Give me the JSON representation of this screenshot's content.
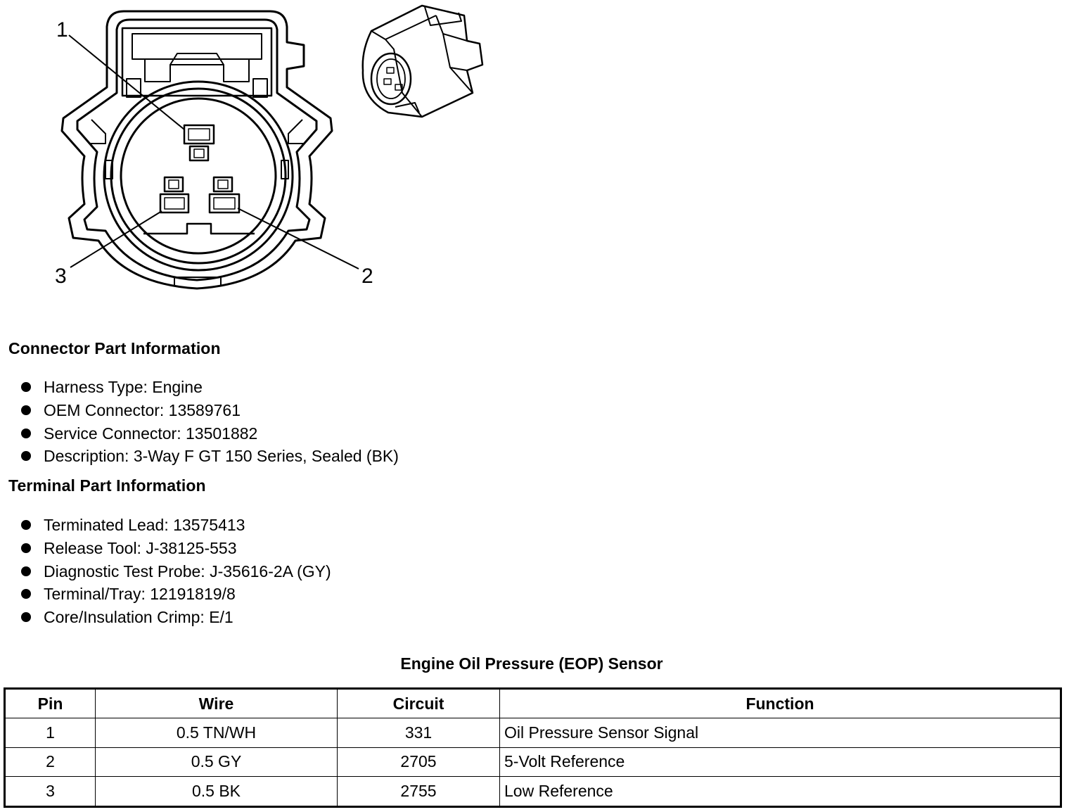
{
  "figure": {
    "callouts": [
      "1",
      "2",
      "3"
    ]
  },
  "connector_info": {
    "heading": "Connector Part Information",
    "items": [
      "Harness Type: Engine",
      "OEM Connector: 13589761",
      "Service Connector: 13501882",
      "Description: 3-Way F GT 150 Series, Sealed (BK)"
    ]
  },
  "terminal_info": {
    "heading": "Terminal Part Information",
    "items": [
      "Terminated Lead: 13575413",
      "Release Tool: J-38125-553",
      "Diagnostic Test Probe: J-35616-2A (GY)",
      "Terminal/Tray: 12191819/8",
      "Core/Insulation Crimp: E/1"
    ]
  },
  "table": {
    "title": "Engine Oil Pressure (EOP) Sensor",
    "headers": [
      "Pin",
      "Wire",
      "Circuit",
      "Function"
    ],
    "rows": [
      [
        "1",
        "0.5 TN/WH",
        "331",
        "Oil Pressure Sensor Signal"
      ],
      [
        "2",
        "0.5 GY",
        "2705",
        "5-Volt Reference"
      ],
      [
        "3",
        "0.5 BK",
        "2755",
        "Low Reference"
      ]
    ]
  }
}
